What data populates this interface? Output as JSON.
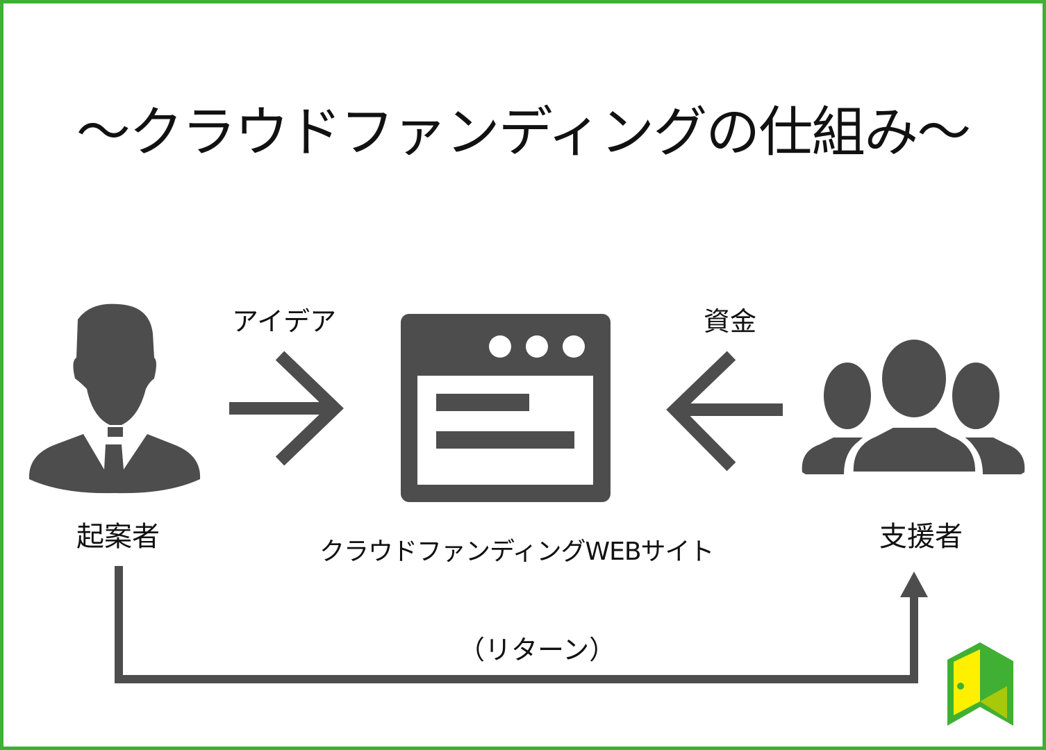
{
  "title": "～クラウドファンディングの仕組み～",
  "labels": {
    "idea": "アイデア",
    "funds": "資金",
    "proposer": "起案者",
    "website": "クラウドファンディングWEBサイト",
    "supporters": "支援者",
    "return": "（リターン）"
  },
  "colors": {
    "border": "#3fb033",
    "icon": "#4d4d4d",
    "logo_yellow": "#fff000",
    "logo_lime": "#a8c80a"
  }
}
